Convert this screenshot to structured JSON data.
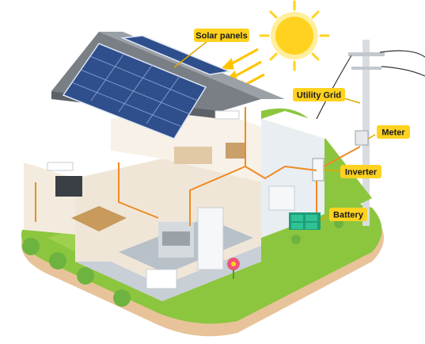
{
  "labels": {
    "solar_panels": "Solar panels",
    "utility_grid": "Utility Grid",
    "meter": "Meter",
    "inverter": "Inverter",
    "battery": "Battery"
  },
  "colors": {
    "label_bg": "#FFD21F",
    "wire": "#F08A24",
    "grass": "#8CC63F",
    "ground": "#E8C39A",
    "sun": "#FFD21F",
    "roof": "#7A7F86",
    "panel": "#2F4E8C"
  }
}
